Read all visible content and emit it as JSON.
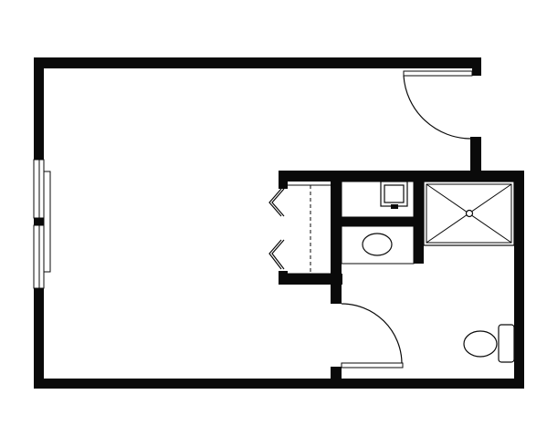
{
  "colors": {
    "wall": "#0a0a0a",
    "background": "#ffffff"
  },
  "plan": {
    "doors": [
      "entry-door",
      "bathroom-door",
      "closet-bifold-door"
    ],
    "fixtures": [
      "shower-stall-icon",
      "shower-drain-icon",
      "vanity-sink-icon",
      "lavatory-sink-icon",
      "toilet-icon"
    ],
    "openings": [
      "window-left-wall"
    ]
  }
}
